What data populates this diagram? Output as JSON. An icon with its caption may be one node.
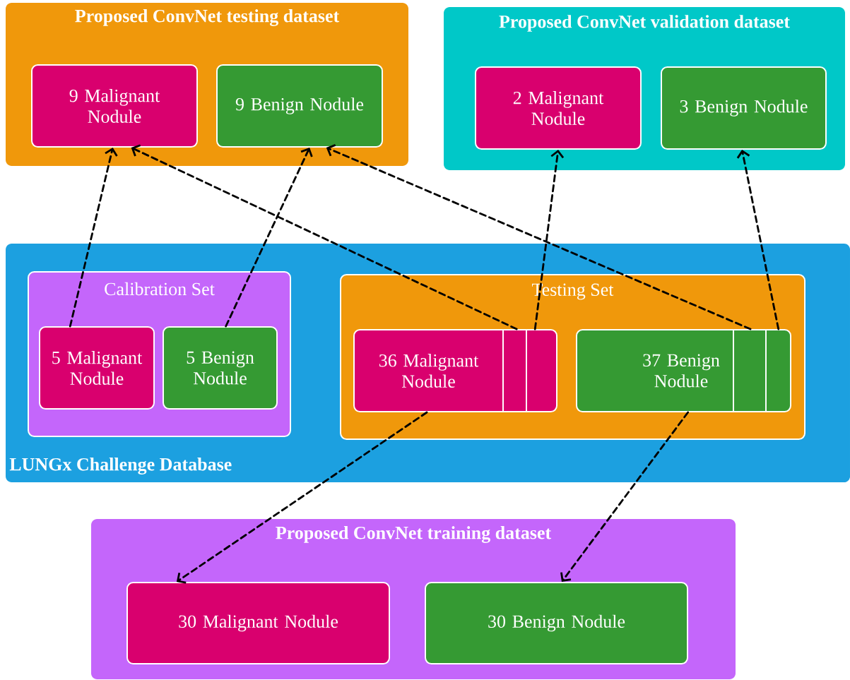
{
  "diagram": {
    "nodes": [
      {
        "text": [
          "Proposed ConvNet testing dataset"
        ]
      },
      {
        "text": [
          "9 Malignant Nodule"
        ],
        "in": 0
      },
      {
        "text": [
          "9 Benign Nodule"
        ],
        "in": 0
      },
      {
        "text": [
          "Proposed ConvNet validation dataset"
        ]
      },
      {
        "text": [
          "2 Malignant Nodule"
        ],
        "in": 3
      },
      {
        "text": [
          "3 Benign Nodule"
        ],
        "in": 3
      },
      {
        "text": [
          "LUNGx Challenge Database"
        ]
      },
      {
        "text": [
          "Calibration Set"
        ],
        "in": 6
      },
      {
        "text": [
          "5 Malignant Nodule"
        ],
        "in": 7
      },
      {
        "text": [
          "5 Benign Nodule"
        ],
        "in": 7
      },
      {
        "text": [
          "Testing Set"
        ],
        "in": 6
      },
      {
        "text": [
          "36 Malignant Nodule"
        ],
        "in": 10
      },
      {
        "text": [
          "37 Benign Nodule"
        ],
        "in": 10
      },
      {
        "text": [
          "Proposed ConvNet training dataset"
        ]
      },
      {
        "text": [
          "30 Malignant Nodule"
        ],
        "in": 13
      },
      {
        "text": [
          "30 Benign Nodule"
        ],
        "in": 13
      }
    ],
    "edges": [
      {
        "from": 8,
        "to": 1,
        "arrow": "to",
        "style": "dashed"
      },
      {
        "from": 9,
        "to": 2,
        "arrow": "to",
        "style": "dashed"
      },
      {
        "from": 11,
        "to": 1,
        "arrow": "to",
        "style": "dashed"
      },
      {
        "from": 11,
        "to": 4,
        "arrow": "to",
        "style": "dashed"
      },
      {
        "from": 12,
        "to": 2,
        "arrow": "to",
        "style": "dashed"
      },
      {
        "from": 12,
        "to": 5,
        "arrow": "to",
        "style": "dashed"
      },
      {
        "from": 11,
        "to": 14,
        "arrow": "to",
        "style": "dashed"
      },
      {
        "from": 12,
        "to": 15,
        "arrow": "to",
        "style": "dashed"
      }
    ]
  }
}
